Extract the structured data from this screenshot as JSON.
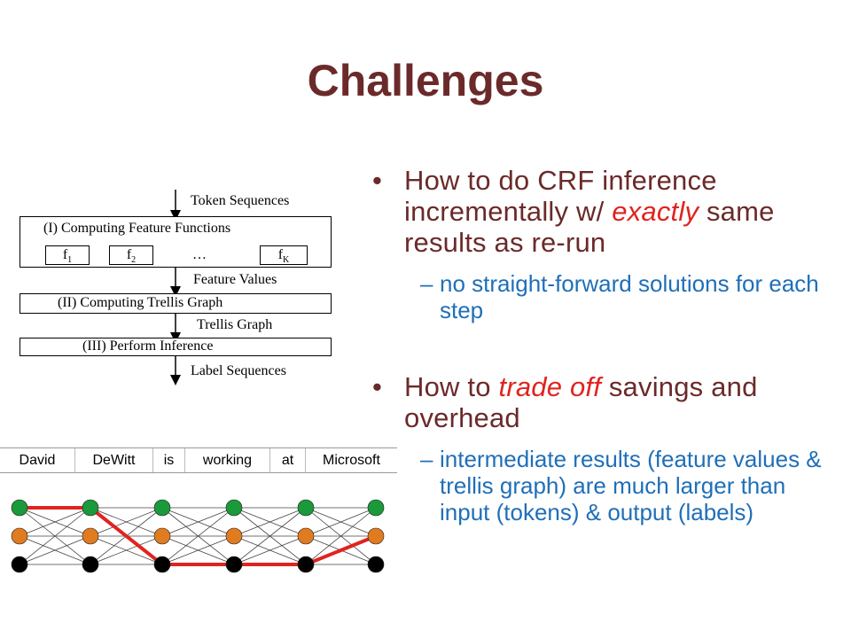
{
  "slide": {
    "title": "Challenges"
  },
  "bullets": [
    {
      "pre": "How to do CRF inference incrementally w/ ",
      "em": "exactly",
      "post": " same results as re-run",
      "sub": "no straight-forward solutions for each step"
    },
    {
      "pre": "How to ",
      "em": "trade off",
      "post": " savings and overhead",
      "sub": "intermediate results (feature values & trellis graph) are much larger than input (tokens) & output (labels)"
    }
  ],
  "pipeline": {
    "input_label": "Token Sequences",
    "stage1": "(I) Computing Feature Functions",
    "features": {
      "f1_base": "f",
      "f1_sub": "1",
      "f2_base": "f",
      "f2_sub": "2",
      "ellipsis": "…",
      "fk_base": "f",
      "fk_sub": "K"
    },
    "flow1": "Feature Values",
    "stage2": "(II) Computing Trellis Graph",
    "flow2": "Trellis Graph",
    "stage3": "(III) Perform Inference",
    "output_label": "Label Sequences"
  },
  "tokens": [
    "David",
    "DeWitt",
    "is",
    "working",
    "at",
    "Microsoft"
  ],
  "trellis": {
    "columns": 6,
    "state_colors": [
      "#1a9a3a",
      "#e07b20",
      "#000000"
    ],
    "path_color": "#e0231f",
    "edge_color": "#444444",
    "best_path": [
      0,
      0,
      2,
      2,
      2,
      1
    ]
  }
}
